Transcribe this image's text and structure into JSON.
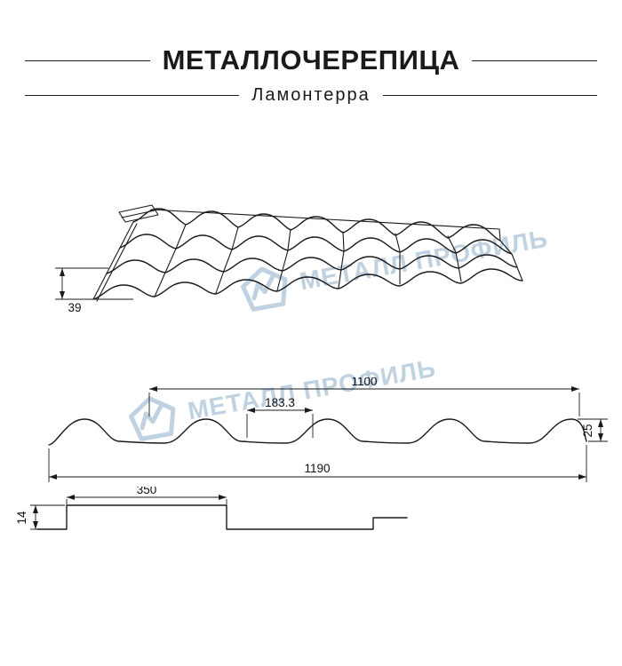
{
  "header": {
    "title": "МЕТАЛЛОЧЕРЕПИЦА",
    "subtitle": "Ламонтерра"
  },
  "watermark": {
    "text": "МЕТАЛЛ ПРОФИЛЬ",
    "color": "#b7cedf"
  },
  "figures": {
    "perspective": {
      "profile_height": "39"
    },
    "profile": {
      "useful_width": "1100",
      "wave_step": "183.3",
      "edge_height": "25",
      "full_width": "1190"
    },
    "longitudinal": {
      "module_length": "350",
      "step_height": "14"
    }
  },
  "line_color": "#1a1a1a"
}
